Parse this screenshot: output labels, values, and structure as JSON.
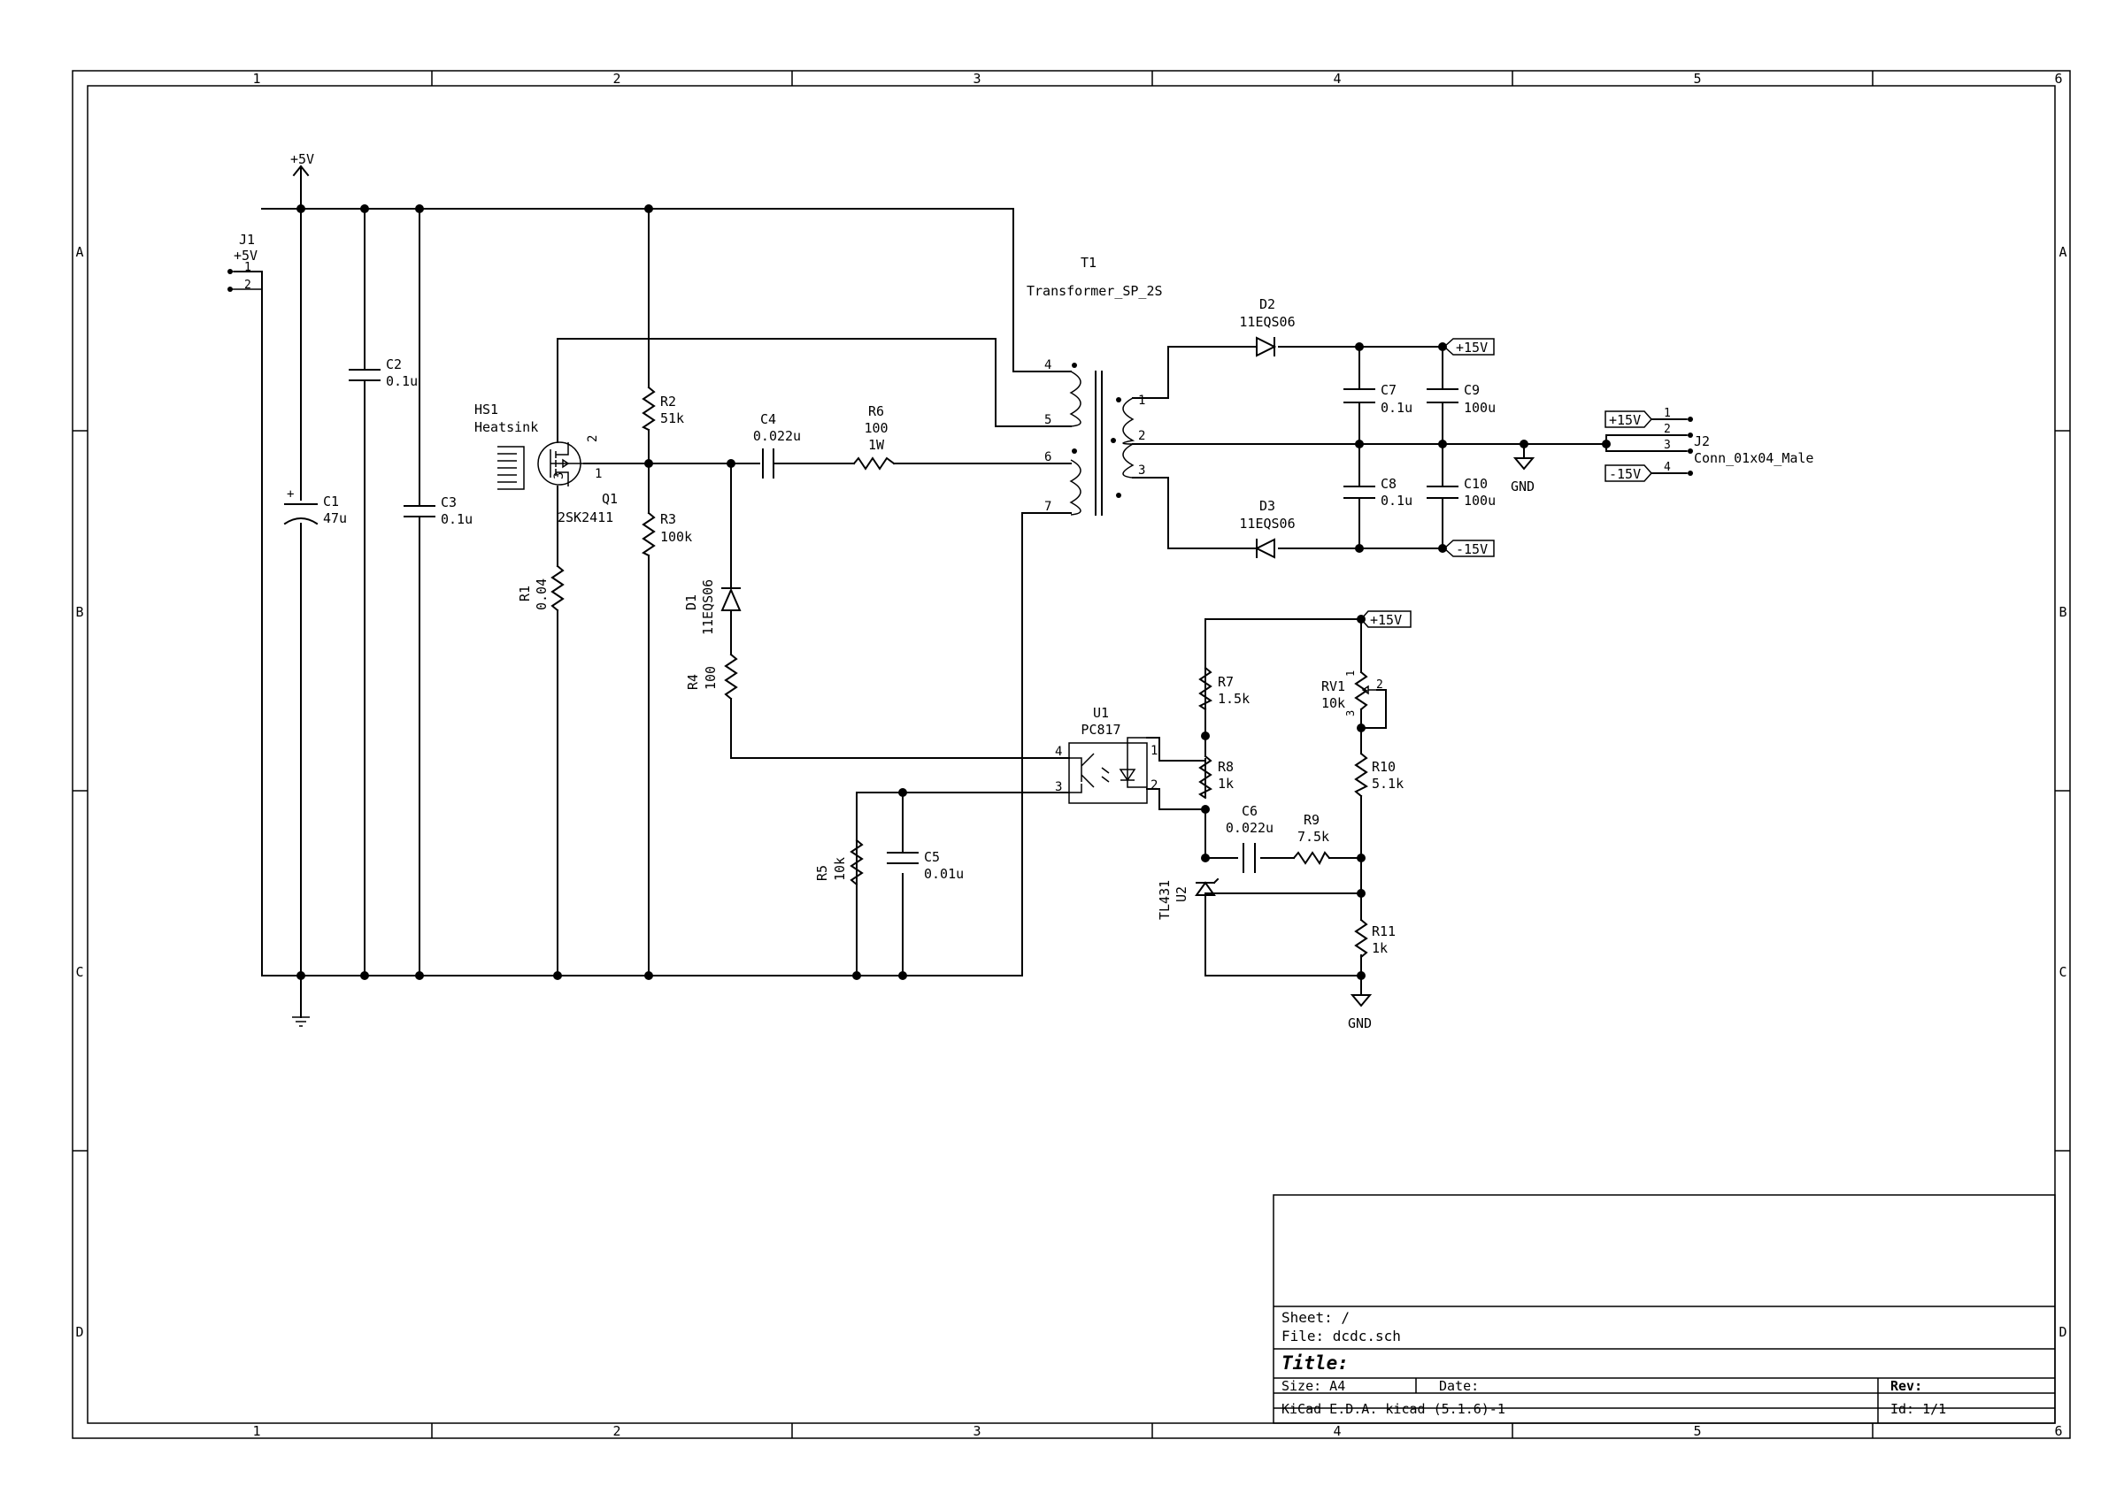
{
  "sheet": {
    "columns": [
      "1",
      "2",
      "3",
      "4",
      "5",
      "6"
    ],
    "rows": [
      "A",
      "B",
      "C",
      "D"
    ]
  },
  "title_block": {
    "sheet": "Sheet: /",
    "file": "File: dcdc.sch",
    "title": "Title:",
    "size": "Size: A4",
    "date": "Date:",
    "rev": "Rev:",
    "tool": "KiCad E.D.A.  kicad (5.1.6)-1",
    "id": "Id: 1/1"
  },
  "power": {
    "p5v": "+5V",
    "gnd": "GND",
    "p15v": "+15V",
    "n15v": "-15V"
  },
  "components": {
    "J1": {
      "ref": "J1",
      "value": "+5V",
      "pin1": "1",
      "pin2": "2"
    },
    "C1": {
      "ref": "C1",
      "value": "47u",
      "plus": "+"
    },
    "C2": {
      "ref": "C2",
      "value": "0.1u"
    },
    "C3": {
      "ref": "C3",
      "value": "0.1u"
    },
    "HS1": {
      "ref": "HS1",
      "value": "Heatsink"
    },
    "Q1": {
      "ref": "Q1",
      "value": "2SK2411",
      "pin1": "1",
      "pin2": "2",
      "pin3": "3"
    },
    "R1": {
      "ref": "R1",
      "value": "0.04"
    },
    "R2": {
      "ref": "R2",
      "value": "51k"
    },
    "R3": {
      "ref": "R3",
      "value": "100k"
    },
    "C4": {
      "ref": "C4",
      "value": "0.022u"
    },
    "R6": {
      "ref": "R6",
      "value": "100",
      "rating": "1W"
    },
    "D1": {
      "ref": "D1",
      "value": "11EQS06"
    },
    "R4": {
      "ref": "R4",
      "value": "100"
    },
    "T1": {
      "ref": "T1",
      "value": "Transformer_SP_2S",
      "pins": [
        "4",
        "5",
        "6",
        "7",
        "1",
        "2",
        "3"
      ]
    },
    "D2": {
      "ref": "D2",
      "value": "11EQS06"
    },
    "D3": {
      "ref": "D3",
      "value": "11EQS06"
    },
    "C7": {
      "ref": "C7",
      "value": "0.1u"
    },
    "C8": {
      "ref": "C8",
      "value": "0.1u"
    },
    "C9": {
      "ref": "C9",
      "value": "100u"
    },
    "C10": {
      "ref": "C10",
      "value": "100u"
    },
    "J2": {
      "ref": "J2",
      "value": "Conn_01x04_Male",
      "pins": [
        "1",
        "2",
        "3",
        "4"
      ]
    },
    "U1": {
      "ref": "U1",
      "value": "PC817",
      "pins": [
        "1",
        "2",
        "3",
        "4"
      ]
    },
    "R5": {
      "ref": "R5",
      "value": "10k"
    },
    "C5": {
      "ref": "C5",
      "value": "0.01u"
    },
    "R7": {
      "ref": "R7",
      "value": "1.5k"
    },
    "R8": {
      "ref": "R8",
      "value": "1k"
    },
    "RV1": {
      "ref": "RV1",
      "value": "10k",
      "pin1": "1",
      "pin2": "2",
      "pin3": "3"
    },
    "R10": {
      "ref": "R10",
      "value": "5.1k"
    },
    "C6": {
      "ref": "C6",
      "value": "0.022u"
    },
    "R9": {
      "ref": "R9",
      "value": "7.5k"
    },
    "U2": {
      "ref": "U2",
      "value": "TL431"
    },
    "R11": {
      "ref": "R11",
      "value": "1k"
    }
  }
}
